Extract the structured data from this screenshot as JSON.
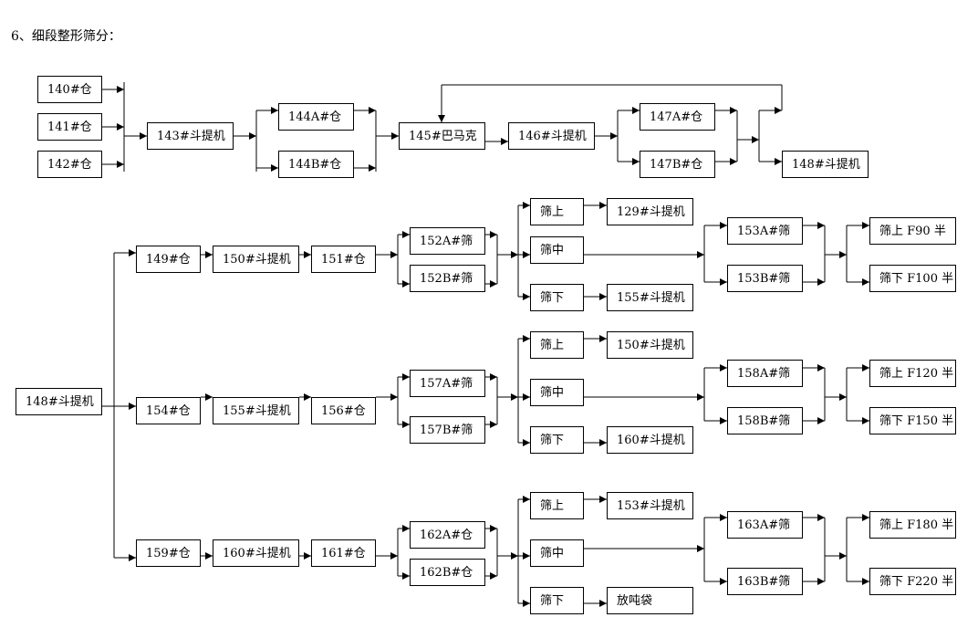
{
  "heading": "6、细段整形筛分：",
  "colors": {
    "line": "#000000",
    "box_border": "#000000",
    "background": "#ffffff"
  },
  "nodes": {
    "n140": "140#仓",
    "n141": "141#仓",
    "n142": "142#仓",
    "n143": "143#斗提机",
    "n144A": "144A#仓",
    "n144B": "144B#仓",
    "n145": "145#巴马克",
    "n146": "146#斗提机",
    "n147A": "147A#仓",
    "n147B": "147B#仓",
    "n148top": "148#斗提机",
    "n148": "148#斗提机",
    "n149": "149#仓",
    "n150": "150#斗提机",
    "n151": "151#仓",
    "n152A": "152A#筛",
    "n152B": "152B#筛",
    "r1up": "筛上",
    "r1mid": "筛中",
    "r1down": "筛下",
    "n129": "129#斗提机",
    "n155r1": "155#斗提机",
    "n153A": "153A#筛",
    "n153B": "153B#筛",
    "r1outA": "筛上 F90 半",
    "r1outB": "筛下 F100 半",
    "n154": "154#仓",
    "n155": "155#斗提机",
    "n156": "156#仓",
    "n157A": "157A#筛",
    "n157B": "157B#筛",
    "r2up": "筛上",
    "r2mid": "筛中",
    "r2down": "筛下",
    "n150r2": "150#斗提机",
    "n160r2": "160#斗提机",
    "n158A": "158A#筛",
    "n158B": "158B#筛",
    "r2outA": "筛上 F120 半",
    "r2outB": "筛下 F150 半",
    "n159": "159#仓",
    "n160": "160#斗提机",
    "n161": "161#仓",
    "n162A": "162A#仓",
    "n162B": "162B#仓",
    "r3up": "筛上",
    "r3mid": "筛中",
    "r3down": "筛下",
    "n153r3": "153#斗提机",
    "nbag": "放吨袋",
    "n163A": "163A#筛",
    "n163B": "163B#筛",
    "r3outA": "筛上 F180 半",
    "r3outB": "筛下 F220 半"
  }
}
